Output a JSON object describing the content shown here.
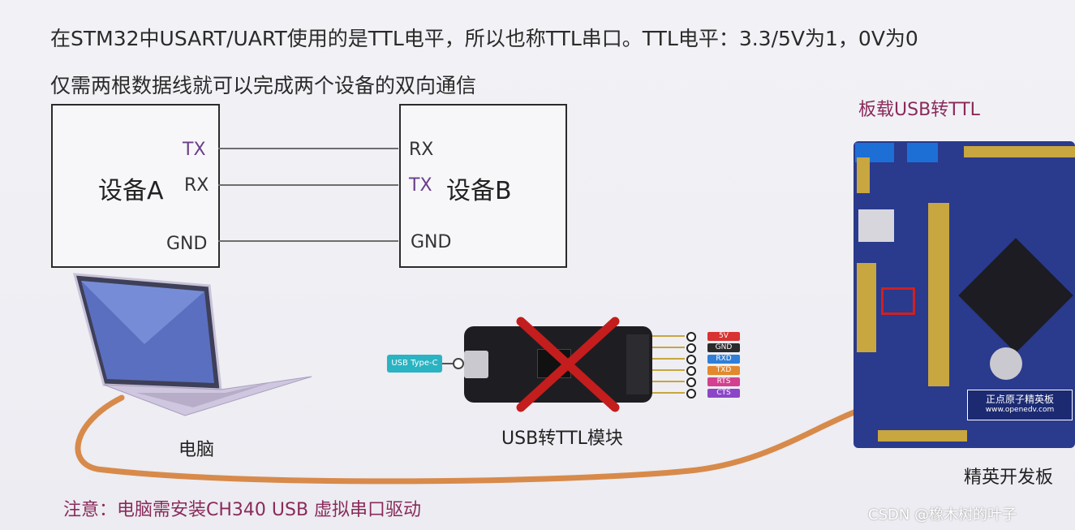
{
  "header": {
    "line1": "在STM32中USART/UART使用的是TTL电平，所以也称TTL串口。TTL电平：3.3/5V为1，0V为0",
    "line2": "仅需两根数据线就可以完成两个设备的双向通信"
  },
  "device_a": {
    "name": "设备A",
    "pins": [
      "TX",
      "RX",
      "GND"
    ]
  },
  "device_b": {
    "name": "设备B",
    "pins": [
      "RX",
      "TX",
      "GND"
    ]
  },
  "computer_label": "电脑",
  "module": {
    "label": "USB转TTL模块",
    "usb_tag": "USB Type-C",
    "pins": [
      {
        "name": "5V",
        "color": "#d93232"
      },
      {
        "name": "GND",
        "color": "#2b2b2b"
      },
      {
        "name": "RXD",
        "color": "#2f7fd8"
      },
      {
        "name": "TXD",
        "color": "#e0892e"
      },
      {
        "name": "RTS",
        "color": "#d2408f"
      },
      {
        "name": "CTS",
        "color": "#8b46c8"
      }
    ]
  },
  "board": {
    "top_label": "板载USB转TTL",
    "bottom_label": "精英开发板",
    "brand_text": "正点原子精英板",
    "url_text": "www.openedv.com"
  },
  "note": "注意：电脑需安装CH340 USB 虚拟串口驱动",
  "watermark": "CSDN @橡木树的叶子",
  "colors": {
    "cable": "#d88a4a",
    "cross": "#c41d1d",
    "board": "#2a3a8c"
  }
}
